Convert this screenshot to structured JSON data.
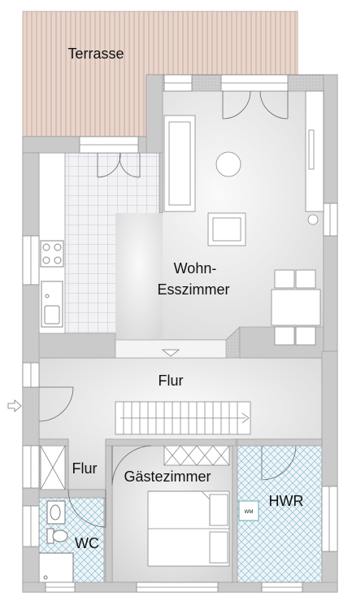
{
  "floor_plan": {
    "rooms": {
      "terrace": "Terrasse",
      "living_line1": "Wohn-",
      "living_line2": "Esszimmer",
      "hall": "Flur",
      "hall_small": "Flur",
      "guest": "Gästezimmer",
      "utility": "HWR",
      "wc": "WC"
    },
    "appliances": {
      "washing_machine": "WM"
    },
    "colors": {
      "wall": "#c8c8c8",
      "terrace": "#e6d2c8",
      "terrace_hatch": "#c9aba0",
      "tile_grid": "#b4b9c4",
      "tile_cyan": "#6fb9c8"
    }
  }
}
